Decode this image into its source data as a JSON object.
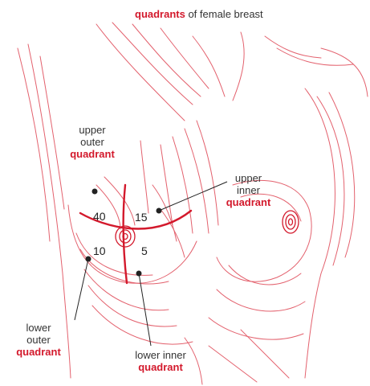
{
  "caption": {
    "emphasis": "quadrants",
    "rest": " of female breast"
  },
  "labels": {
    "upper_outer": {
      "line1": "upper",
      "line2": "outer",
      "term": "quadrant"
    },
    "upper_inner": {
      "line1": "upper",
      "line2": "inner",
      "term": "quadrant"
    },
    "lower_outer": {
      "line1": "lower",
      "line2": "outer",
      "term": "quadrant"
    },
    "lower_inner": {
      "line1": "lower inner",
      "term": "quadrant"
    }
  },
  "percentages": {
    "upper_outer": "40",
    "upper_inner": "15",
    "lower_outer": "10",
    "lower_inner": "5"
  },
  "colors": {
    "accent_red": "#d3192c",
    "sketch_red": "#e0505e",
    "text": "#333333"
  }
}
